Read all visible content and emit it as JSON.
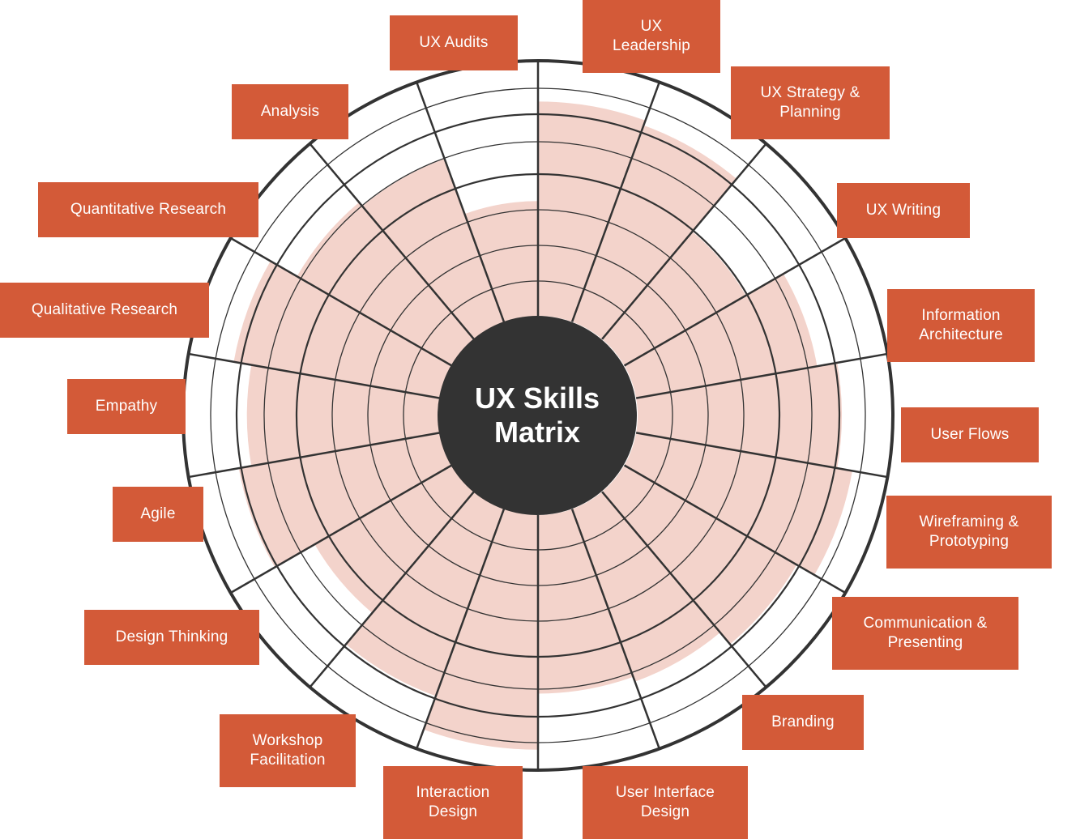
{
  "title_lines": [
    "UX  Skills",
    "Matrix"
  ],
  "skills": [
    {
      "lines": [
        "UX Audits"
      ],
      "level": 0.84
    },
    {
      "lines": [
        "UX",
        "Leadership"
      ],
      "level": 0.82
    },
    {
      "lines": [
        "UX Strategy &",
        "Planning"
      ],
      "level": 0.55
    },
    {
      "lines": [
        "UX Writing"
      ],
      "level": 0.72
    },
    {
      "lines": [
        "Information",
        "Architecture"
      ],
      "level": 0.8
    },
    {
      "lines": [
        "User Flows"
      ],
      "level": 0.86
    },
    {
      "lines": [
        "Wireframing &",
        "Prototyping"
      ],
      "level": 0.78
    },
    {
      "lines": [
        "Communication &",
        "Presenting"
      ],
      "level": 0.72
    },
    {
      "lines": [
        "Branding"
      ],
      "level": 0.7
    },
    {
      "lines": [
        "User Interface",
        "Design"
      ],
      "level": 0.92
    },
    {
      "lines": [
        "Interaction",
        "Design"
      ],
      "level": 0.78
    },
    {
      "lines": [
        "Workshop",
        "Facilitation"
      ],
      "level": 0.62
    },
    {
      "lines": [
        "Design Thinking"
      ],
      "level": 0.8
    },
    {
      "lines": [
        "Agile"
      ],
      "level": 0.75
    },
    {
      "lines": [
        "Empathy"
      ],
      "level": 0.82
    },
    {
      "lines": [
        "Qualitative Research"
      ],
      "level": 0.7
    },
    {
      "lines": [
        "Quantitative Research"
      ],
      "level": 0.68
    },
    {
      "lines": [
        "Analysis"
      ],
      "level": 0.45
    }
  ],
  "colors": {
    "label_fill": "#d35a38",
    "label_text": "#ffffff",
    "level_fill": "#f3d3cb",
    "grid_line": "#333333",
    "center_fill": "#333333"
  }
}
